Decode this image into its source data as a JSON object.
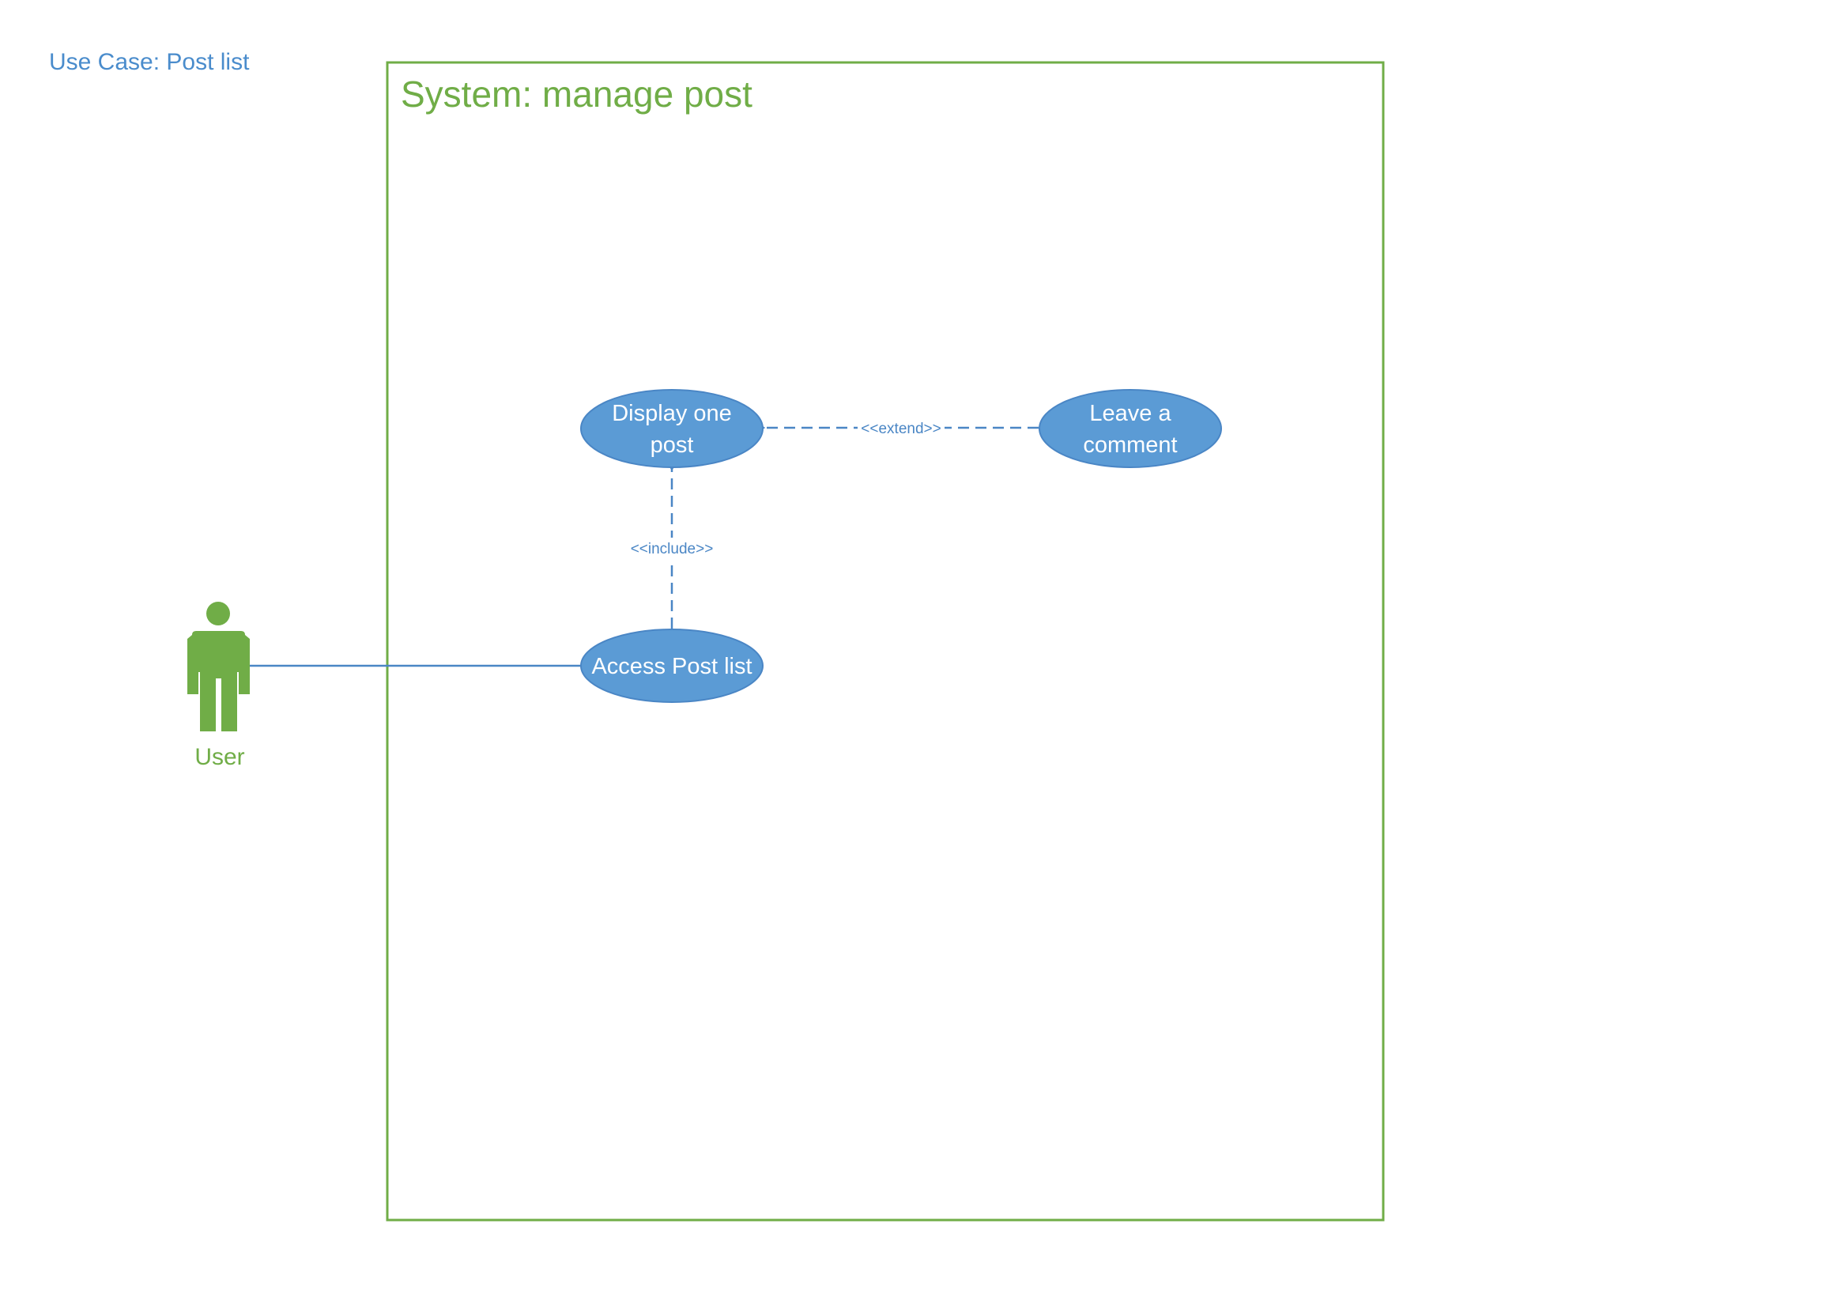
{
  "page": {
    "title": "Use Case: Post list"
  },
  "system": {
    "title": "System: manage post"
  },
  "actor": {
    "name": "User",
    "icon": "person-icon"
  },
  "use_cases": {
    "display_one_post": {
      "line1": "Display one",
      "line2": "post"
    },
    "leave_a_comment": {
      "line1": "Leave a",
      "line2": "comment"
    },
    "access_post_list": {
      "label": "Access Post list"
    }
  },
  "relationships": {
    "extend": {
      "label": "<<extend>>",
      "from": "Leave a comment",
      "to": "Display one post"
    },
    "include": {
      "label": "<<include>>",
      "from": "Access Post list",
      "to": "Display one post"
    },
    "association": {
      "from": "User",
      "to": "Access Post list"
    }
  },
  "colors": {
    "green": "#70ad47",
    "blue": "#5b9bd5",
    "title_blue": "#4a8ccc",
    "connector_blue": "#4a86c5",
    "white": "#ffffff"
  }
}
